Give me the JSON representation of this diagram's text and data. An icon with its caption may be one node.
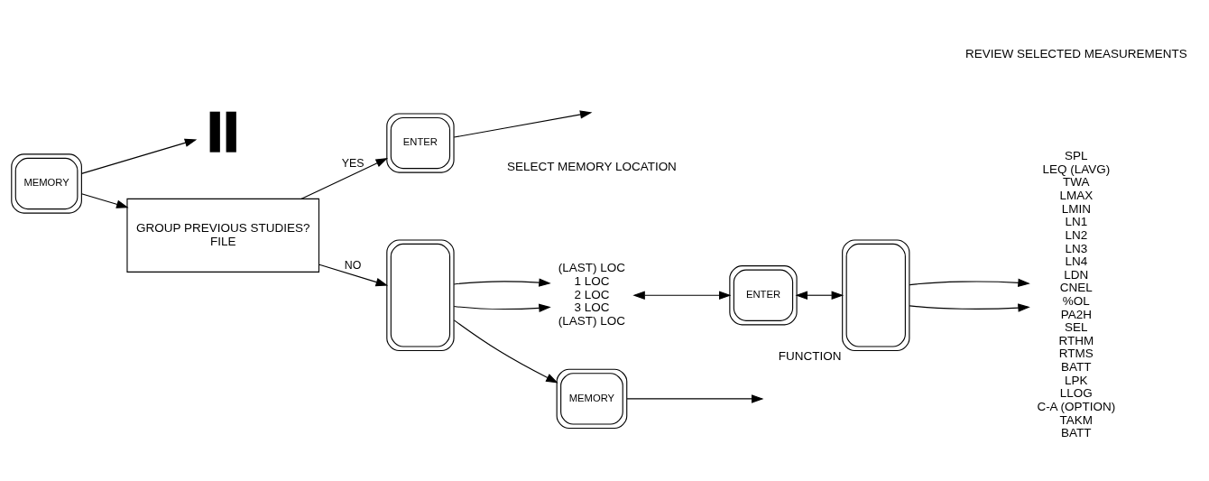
{
  "diagram": {
    "nodes": [
      {
        "text": [
          "MEMORY"
        ]
      },
      {
        "text": [],
        "shape": "bar"
      },
      {
        "text": [
          "MEMORY"
        ]
      },
      {
        "text": [
          "GROUP PREVIOUS STUDIES?",
          "FILE"
        ]
      },
      {
        "text": [
          "ENTER"
        ]
      },
      {
        "text": [],
        "shape": "box"
      },
      {
        "text": [
          "(LAST) LOC",
          "1 LOC",
          "2 LOC",
          "3 LOC",
          "(LAST) LOC"
        ]
      },
      {
        "text": [
          "ENTER"
        ]
      },
      {
        "text": [],
        "shape": "box",
        "beside": [
          "FUNCTION"
        ]
      },
      {
        "text": [
          "SPL",
          "LEQ (LAVG)",
          "TWA",
          "LMAX",
          "LMIN",
          "LN1",
          "LN2",
          "LN3",
          "LN4",
          "LDN",
          "CNEL",
          "%OL",
          "PA2H",
          "SEL",
          "RTHM",
          "RTMS",
          "BATT",
          "LPK",
          "LLOG",
          "C-A (OPTION)",
          "TAKM",
          "BATT"
        ]
      }
    ],
    "edges": [
      {
        "from": 0,
        "to": null,
        "arrow": "to"
      },
      {
        "from": 2,
        "to": 1,
        "arrow": "to"
      },
      {
        "from": 2,
        "to": 3,
        "arrow": "to"
      },
      {
        "from": 3,
        "to": 4,
        "arrow": "to",
        "label": "YES"
      },
      {
        "from": 4,
        "to": null,
        "arrow": "to"
      },
      {
        "from": 3,
        "to": 5,
        "arrow": "to",
        "label": "NO"
      },
      {
        "from": 5,
        "to": 0,
        "arrow": "to"
      },
      {
        "from": 5,
        "to": 6,
        "arrow": "to"
      },
      {
        "from": 5,
        "to": 6,
        "arrow": "to"
      },
      {
        "from": 6,
        "to": 7,
        "arrow": "both"
      },
      {
        "from": 7,
        "to": 8,
        "arrow": "both"
      },
      {
        "from": 8,
        "to": 9,
        "arrow": "to"
      },
      {
        "from": 8,
        "to": 9,
        "arrow": "to"
      }
    ],
    "labels": [
      "SELECT MEMORY LOCATION",
      "REVIEW SELECTED MEASUREMENTS"
    ]
  }
}
